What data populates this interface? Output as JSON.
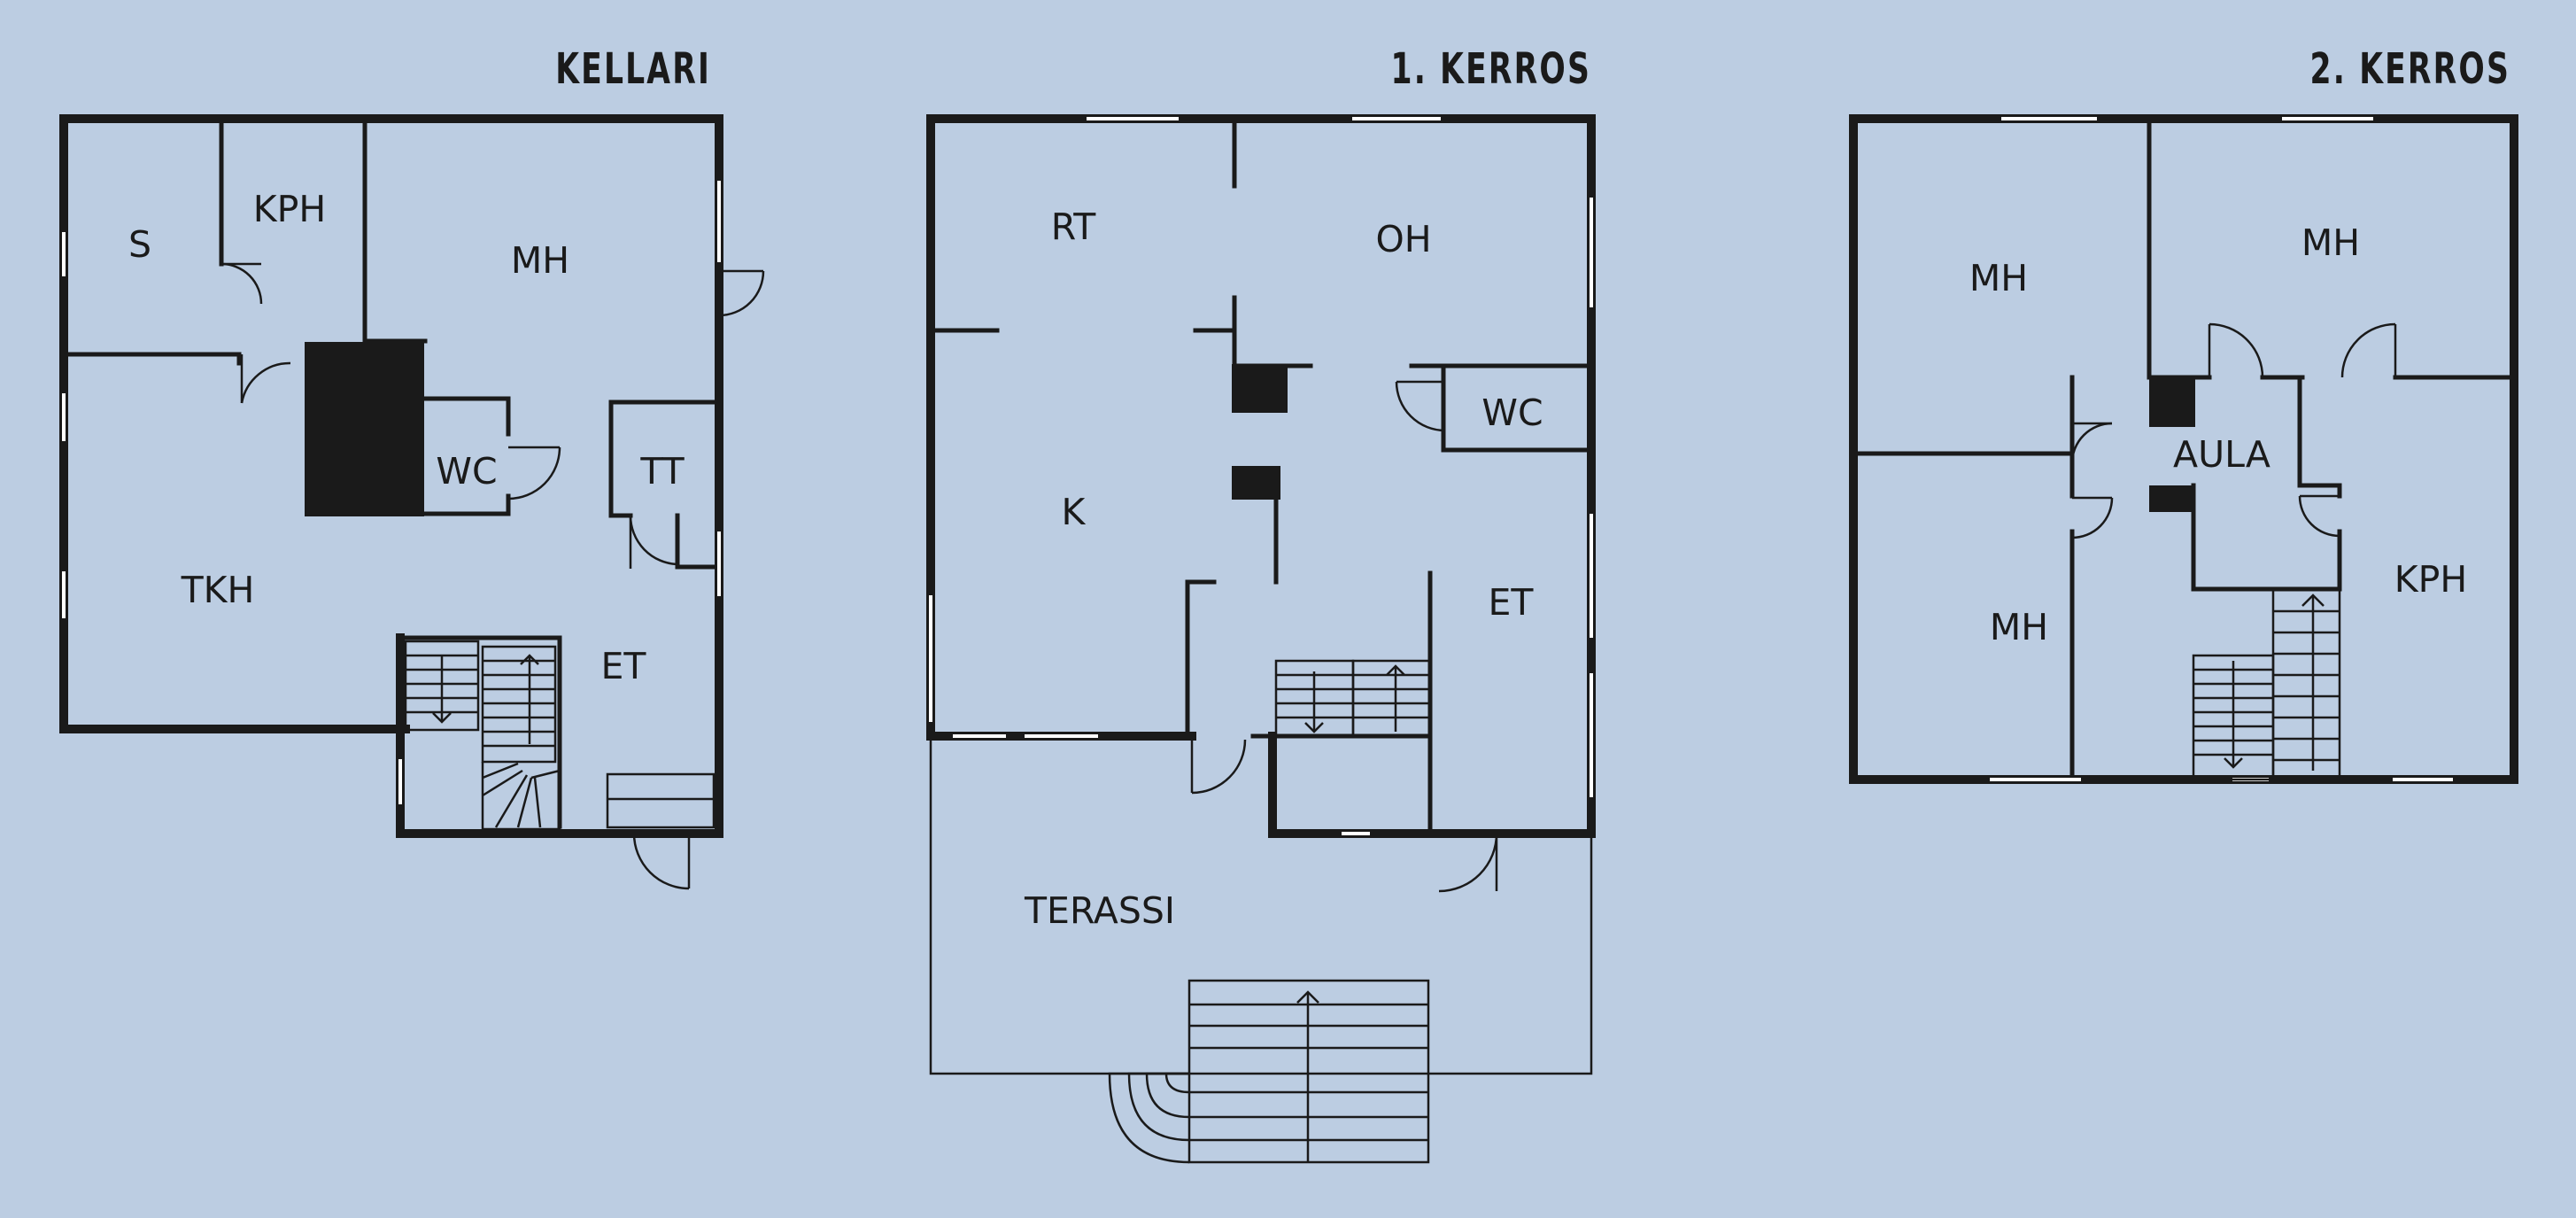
{
  "floors": {
    "basement": {
      "title": "KELLARI",
      "rooms": {
        "s": "S",
        "kph": "KPH",
        "mh": "MH",
        "wc": "WC",
        "tt": "TT",
        "tkh": "TKH",
        "et": "ET"
      }
    },
    "first": {
      "title": "1. KERROS",
      "rooms": {
        "rt": "RT",
        "oh": "OH",
        "wc": "WC",
        "k": "K",
        "et": "ET",
        "terassi": "TERASSI"
      }
    },
    "second": {
      "title": "2. KERROS",
      "rooms": {
        "mh1": "MH",
        "mh2": "MH",
        "aula": "AULA",
        "mh3": "MH",
        "kph": "KPH"
      }
    }
  },
  "colors": {
    "background": "#bccde2",
    "lines": "#1a1a1a",
    "windows": "#ffffff"
  }
}
